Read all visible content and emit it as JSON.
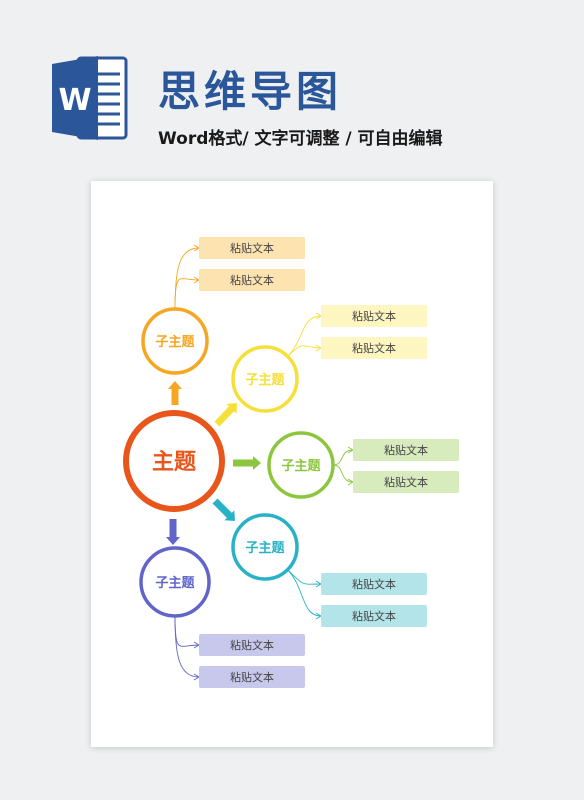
{
  "header": {
    "title": "思维导图",
    "subtitle": "Word格式/ 文字可调整 / 可自由编辑",
    "logo_letter": "W"
  },
  "colors": {
    "main": "#e8561b",
    "orange": "#f5a623",
    "yellow": "#f5e03a",
    "green": "#8cc63f",
    "teal": "#29b2c6",
    "purple": "#6164c9",
    "word_blue": "#2b579a"
  },
  "mindmap": {
    "center": {
      "label": "主题",
      "color": "#e8561b"
    },
    "branches": [
      {
        "label": "子主题",
        "color": "#f5a623",
        "box_color": "#fde3b0",
        "items": [
          "粘贴文本",
          "粘贴文本"
        ]
      },
      {
        "label": "子主题",
        "color": "#f5e03a",
        "box_color": "#fdf6c0",
        "items": [
          "粘贴文本",
          "粘贴文本"
        ]
      },
      {
        "label": "子主题",
        "color": "#8cc63f",
        "box_color": "#d7ebbd",
        "items": [
          "粘贴文本",
          "粘贴文本"
        ]
      },
      {
        "label": "子主题",
        "color": "#29b2c6",
        "box_color": "#b3e4e9",
        "items": [
          "粘贴文本",
          "粘贴文本"
        ]
      },
      {
        "label": "子主题",
        "color": "#6164c9",
        "box_color": "#c7c8ec",
        "items": [
          "粘贴文本",
          "粘贴文本"
        ]
      }
    ]
  }
}
